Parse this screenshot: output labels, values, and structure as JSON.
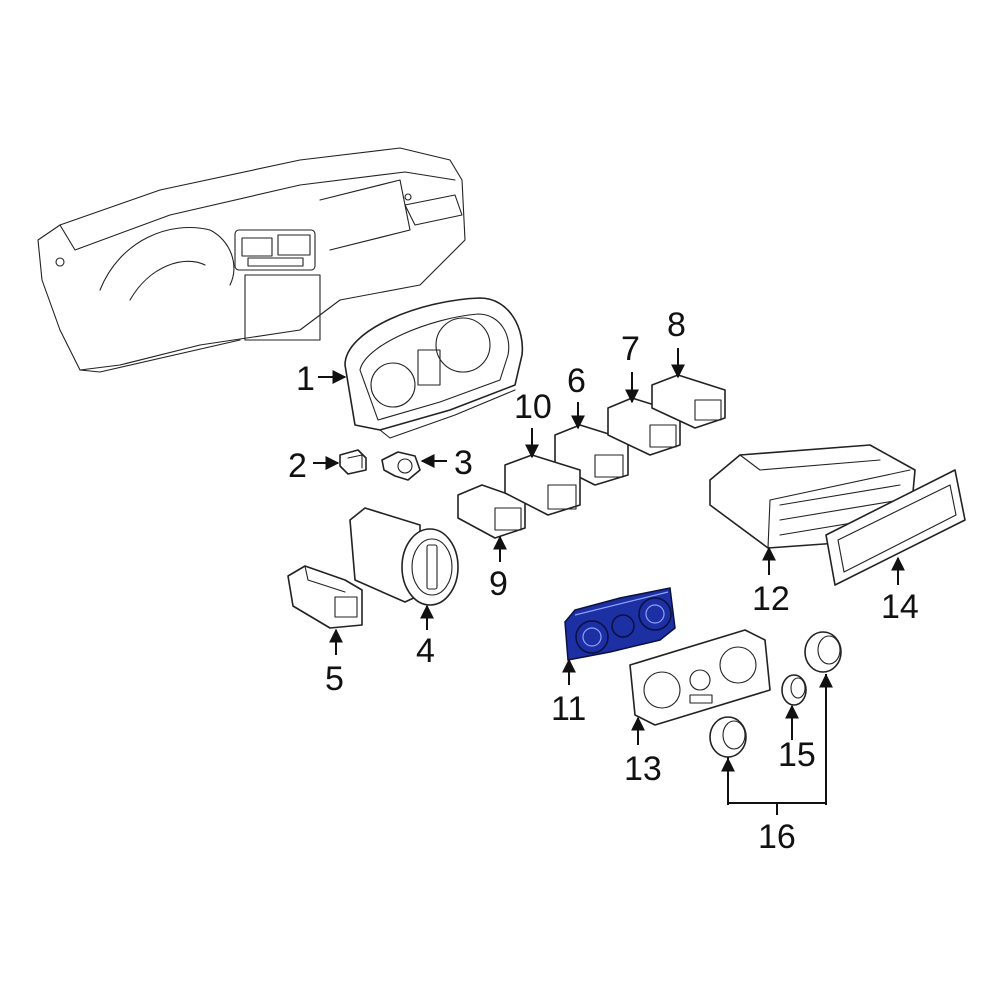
{
  "diagram": {
    "highlight_color": "#1c2fa3",
    "highlighted_part": "11",
    "callouts": [
      {
        "id": "c1",
        "label": "1"
      },
      {
        "id": "c2",
        "label": "2"
      },
      {
        "id": "c3",
        "label": "3"
      },
      {
        "id": "c4",
        "label": "4"
      },
      {
        "id": "c5",
        "label": "5"
      },
      {
        "id": "c6",
        "label": "6"
      },
      {
        "id": "c7",
        "label": "7"
      },
      {
        "id": "c8",
        "label": "8"
      },
      {
        "id": "c9",
        "label": "9"
      },
      {
        "id": "c10",
        "label": "10"
      },
      {
        "id": "c11",
        "label": "11"
      },
      {
        "id": "c12",
        "label": "12"
      },
      {
        "id": "c13",
        "label": "13"
      },
      {
        "id": "c14",
        "label": "14"
      },
      {
        "id": "c15",
        "label": "15"
      },
      {
        "id": "c16",
        "label": "16"
      }
    ]
  }
}
